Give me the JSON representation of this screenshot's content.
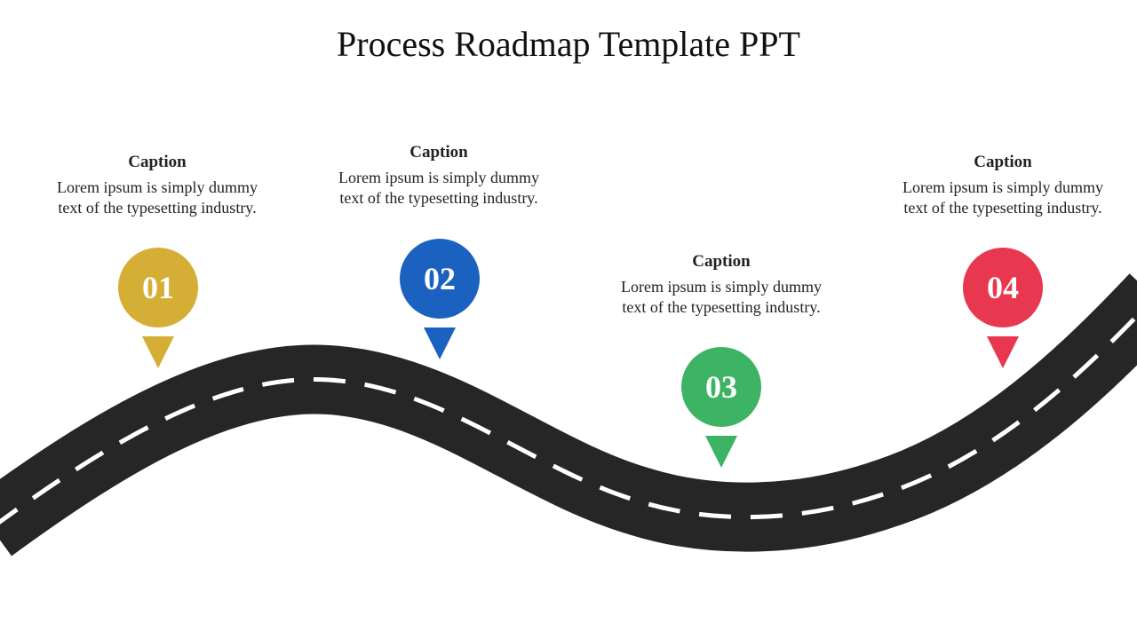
{
  "title": "Process Roadmap Template PPT",
  "steps": [
    {
      "number": "01",
      "caption": "Caption",
      "text_line1": "Lorem ipsum is simply dummy",
      "text_line2": "text of the typesetting industry.",
      "color": "#D4AE35"
    },
    {
      "number": "02",
      "caption": "Caption",
      "text_line1": "Lorem ipsum is simply dummy",
      "text_line2": "text of the typesetting industry.",
      "color": "#1B62C0"
    },
    {
      "number": "03",
      "caption": "Caption",
      "text_line1": "Lorem ipsum is simply dummy",
      "text_line2": "text of the typesetting industry.",
      "color": "#3DB364"
    },
    {
      "number": "04",
      "caption": "Caption",
      "text_line1": "Lorem ipsum is simply dummy",
      "text_line2": "text of the typesetting industry.",
      "color": "#E8384F"
    }
  ],
  "road": {
    "color": "#262626",
    "dash_color": "#ffffff"
  }
}
